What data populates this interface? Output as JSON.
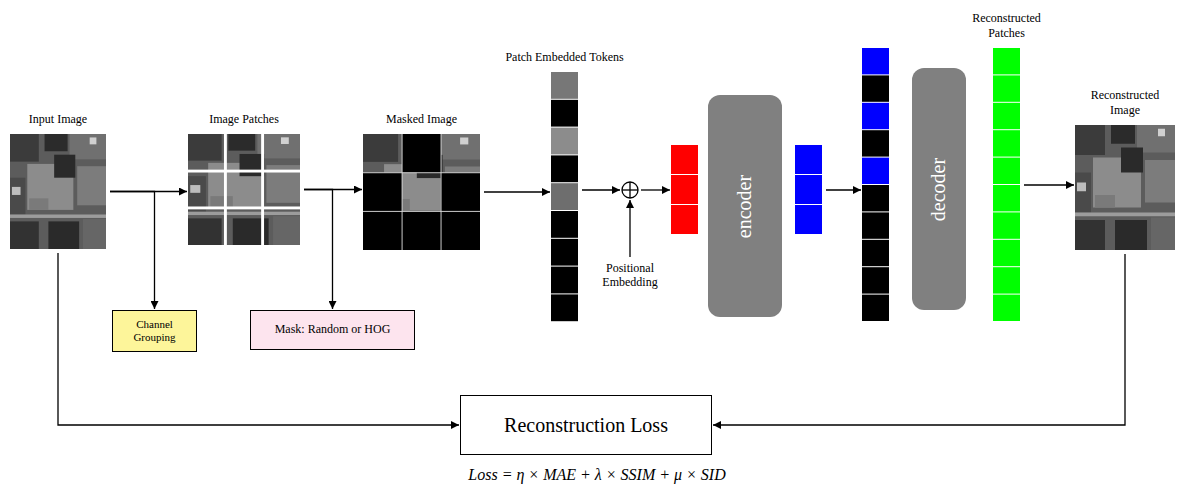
{
  "diagram": {
    "nodes": [
      {
        "text": [
          "Input Image"
        ]
      },
      {
        "text": [
          "Image Patches"
        ]
      },
      {
        "text": [
          "Channel Grouping"
        ]
      },
      {
        "text": [
          "Masked Image"
        ]
      },
      {
        "text": [
          "Mask: Random or HOG"
        ]
      },
      {
        "text": [
          "Patch Embedded Tokens"
        ]
      },
      {
        "text": [
          "Positional Embedding"
        ]
      },
      {
        "text": [
          "encoder"
        ]
      },
      {
        "text": [
          "decoder"
        ]
      },
      {
        "text": [
          "Reconstructed Patches"
        ]
      },
      {
        "text": [
          "Reconstructed Image"
        ]
      },
      {
        "text": [
          "Reconstruction Loss"
        ]
      }
    ],
    "edges": [
      {
        "from": 0,
        "to": 1,
        "arrow": "to"
      },
      {
        "from": 0,
        "to": 2,
        "arrow": "to"
      },
      {
        "from": 1,
        "to": 3,
        "arrow": "to"
      },
      {
        "from": 1,
        "to": 4,
        "arrow": "to"
      },
      {
        "from": 3,
        "to": 5,
        "arrow": "to"
      },
      {
        "from": 5,
        "to": 6,
        "arrow": "to"
      },
      {
        "from": 9,
        "to": 10,
        "arrow": "to"
      },
      {
        "from": 10,
        "to": 11,
        "arrow": "to"
      },
      {
        "from": 0,
        "to": 11,
        "arrow": "to"
      }
    ],
    "labels": [
      "Loss = η × MAE + λ × SSIM + μ × SID"
    ]
  }
}
